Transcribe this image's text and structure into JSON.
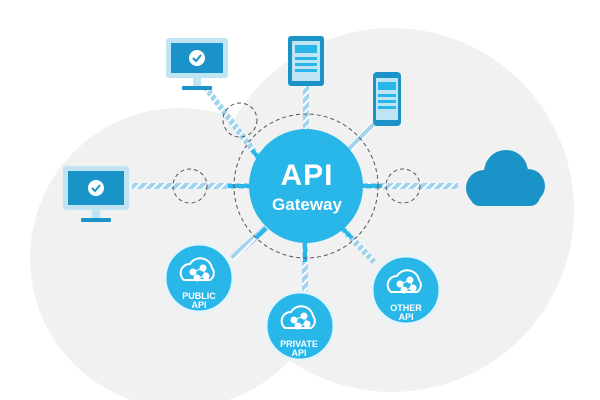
{
  "gateway": {
    "title": "API",
    "subtitle": "Gateway"
  },
  "api_nodes": [
    {
      "label_line1": "PUBLIC",
      "label_line2": "API"
    },
    {
      "label_line1": "PRIVATE",
      "label_line2": "API"
    },
    {
      "label_line1": "OTHER",
      "label_line2": "API"
    }
  ],
  "icons": [
    "monitor-check-icon",
    "tablet-icon",
    "smartphone-icon",
    "cloud-icon",
    "network-cloud-icon"
  ],
  "colors": {
    "primary": "#29b6e8",
    "primary_dark": "#1a93c8",
    "light_blue": "#bfe4f4",
    "connector": "#9fd3ee",
    "background_circle": "#f1f1f1",
    "dashed": "#555555"
  }
}
